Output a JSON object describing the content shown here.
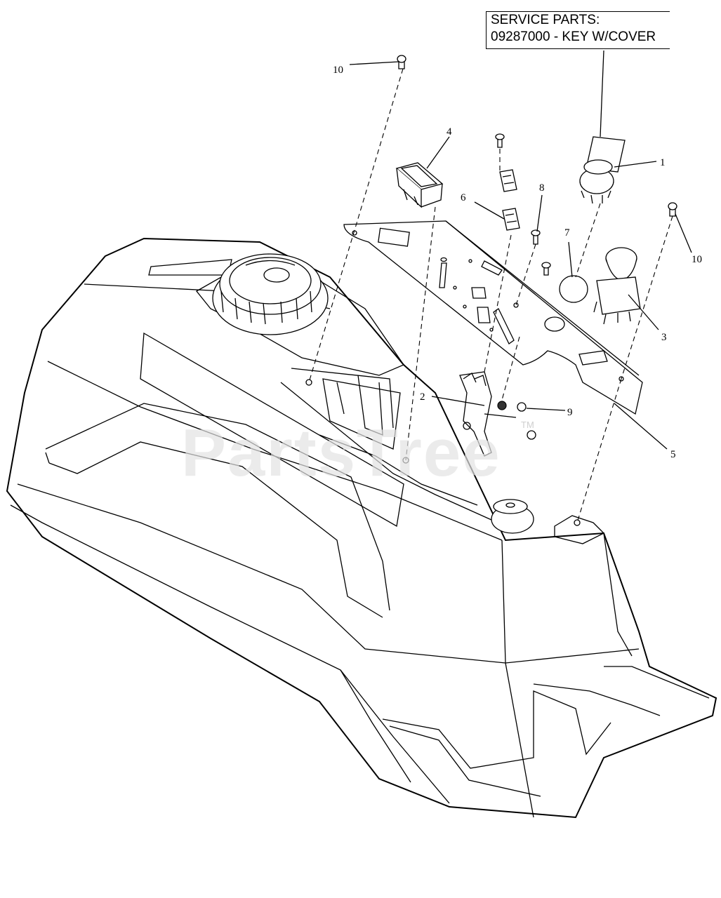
{
  "service_parts": {
    "line1": "SERVICE PARTS:",
    "line2": "09287000 - KEY W/COVER"
  },
  "watermark": {
    "text": "PartsTree",
    "trademark": "TM"
  },
  "callouts": {
    "c1": "1",
    "c2": "2",
    "c3": "3",
    "c4": "4",
    "c5": "5",
    "c6": "6",
    "c7": "7",
    "c8": "8",
    "c9": "9",
    "c10a": "10",
    "c10b": "10"
  }
}
